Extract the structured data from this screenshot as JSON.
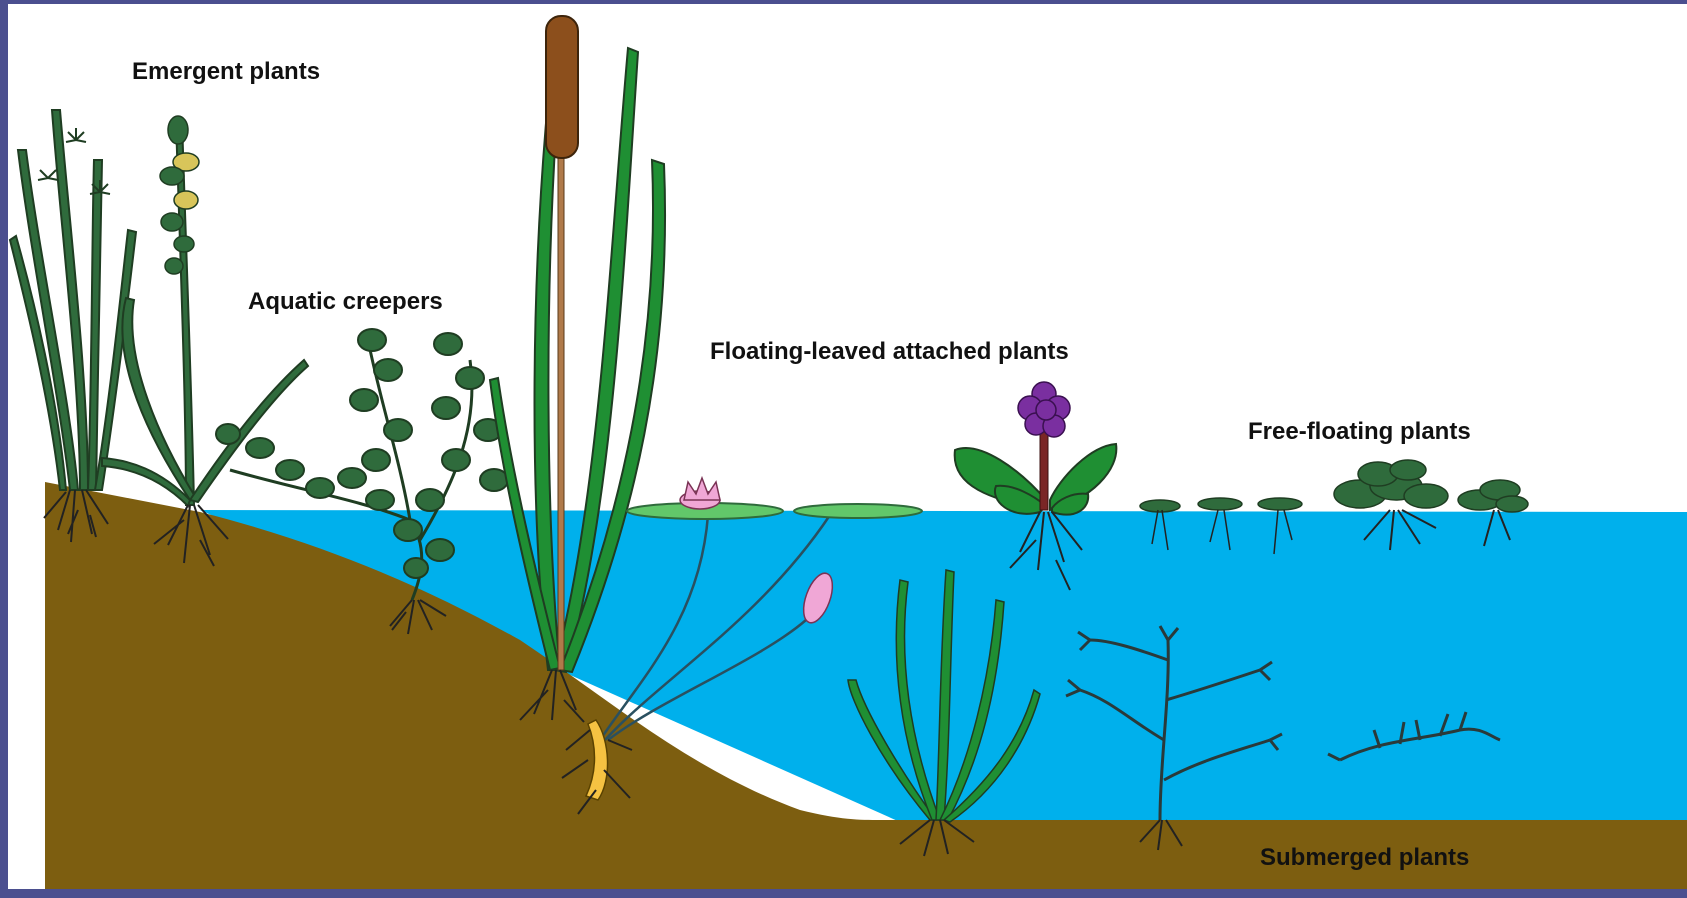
{
  "labels": {
    "emergent": "Emergent plants",
    "creepers": "Aquatic creepers",
    "floating_attached": "Floating-leaved attached plants",
    "free_floating": "Free-floating plants",
    "submerged": "Submerged plants"
  },
  "colors": {
    "frame": "#4b4f8f",
    "sky": "#ffffff",
    "water": "#00b0ec",
    "soil": "#7d5e10",
    "leaf_dark": "#2f6b3c",
    "leaf_green": "#1f8f33",
    "lily_pad": "#62c76a",
    "cattail": "#8c4f1c",
    "hyacinth": "#7a2fa0",
    "lotus_pink": "#f0a7d6",
    "root": "#222222"
  }
}
